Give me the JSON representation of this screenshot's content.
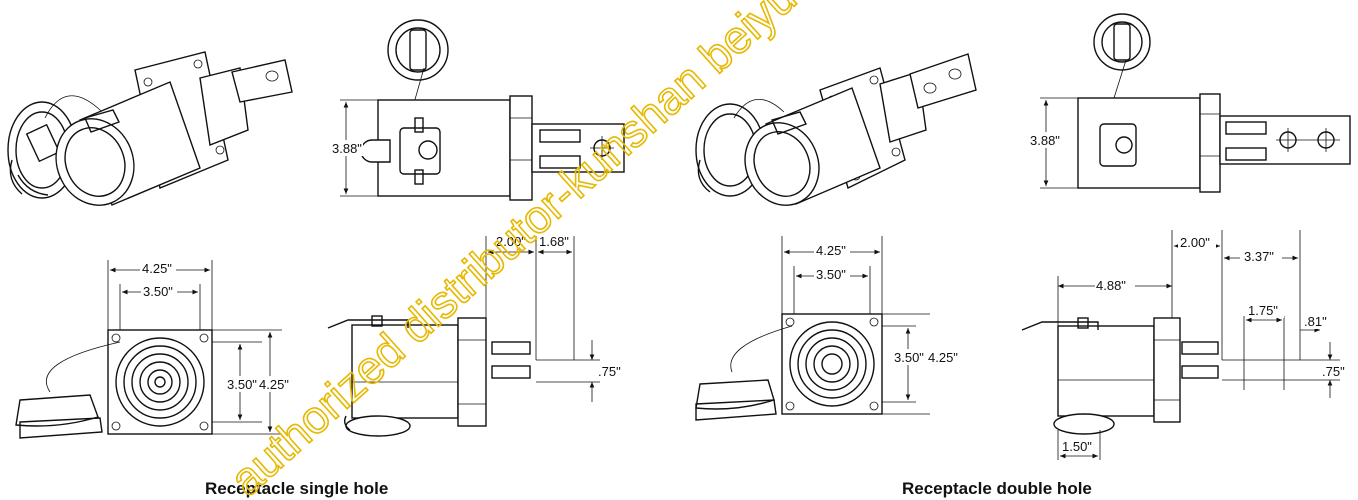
{
  "captions": {
    "single": "Receptacle single hole",
    "double": "Receptacle double hole"
  },
  "watermark": "authorized distributor-kunshan beiyuan electric",
  "colors": {
    "line": "#111111",
    "watermark": "#e6b800",
    "background": "#ffffff"
  },
  "single": {
    "front_height": "3.88\"",
    "bottom_width_outer": "4.25\"",
    "bottom_width_inner": "3.50\"",
    "bottom_height_inner": "3.50\"",
    "bottom_height_outer": "4.25\"",
    "side_flange": "2.00\"",
    "side_tab": "1.68\"",
    "side_tab_height": ".75\""
  },
  "double": {
    "front_height": "3.88\"",
    "bottom_width_outer": "4.25\"",
    "bottom_width_inner": "3.50\"",
    "bottom_height_inner": "3.50\"",
    "bottom_height_outer": "4.25\"",
    "side_body": "4.88\"",
    "side_flange": "2.00\"",
    "side_tab": "3.37\"",
    "side_hole": "1.75\"",
    "side_hole2": ".81\"",
    "side_tab_height": ".75\"",
    "side_base": "1.50\""
  }
}
